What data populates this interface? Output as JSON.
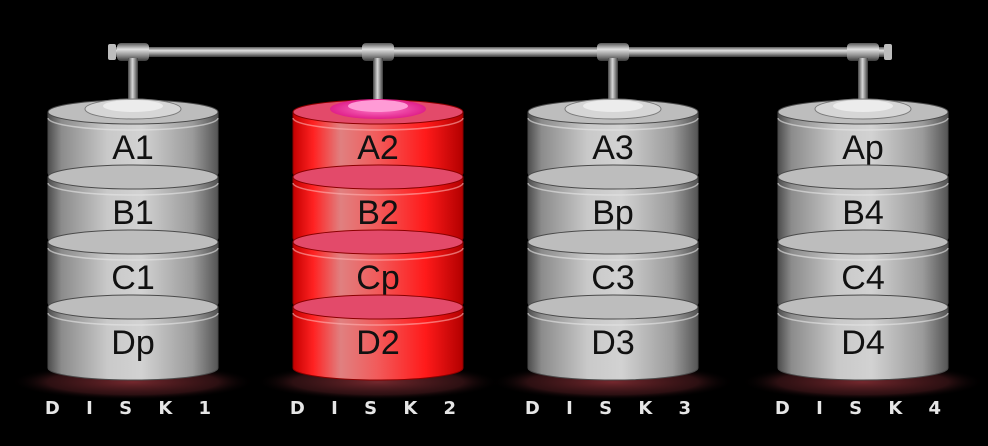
{
  "diagram": {
    "disks": [
      {
        "label": "D I S K 1",
        "state": "normal",
        "blocks": [
          "A1",
          "B1",
          "C1",
          "Dp"
        ]
      },
      {
        "label": "D I S K 2",
        "state": "failed",
        "blocks": [
          "A2",
          "B2",
          "Cp",
          "D2"
        ]
      },
      {
        "label": "D I S K 3",
        "state": "normal",
        "blocks": [
          "A3",
          "Bp",
          "C3",
          "D3"
        ]
      },
      {
        "label": "D I S K 4",
        "state": "normal",
        "blocks": [
          "Ap",
          "B4",
          "C4",
          "D4"
        ]
      }
    ],
    "colors": {
      "background": "#000000",
      "disk_gray": "#a9a9a9",
      "failed_red": "#ff1a1a",
      "failed_pink": "#ff4fb0",
      "label_text": "#e6e6e6",
      "block_text": "#111111"
    }
  }
}
